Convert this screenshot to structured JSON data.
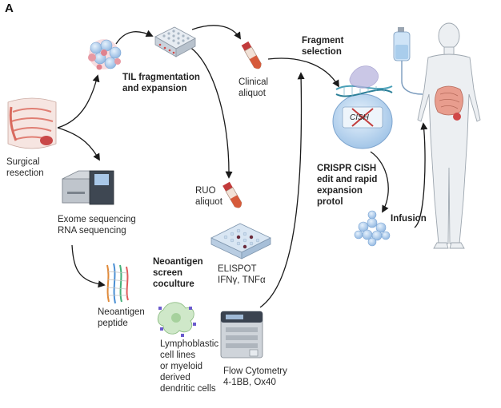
{
  "panel_letter": "A",
  "labels": {
    "surgical": [
      "Surgical",
      "resection"
    ],
    "til": [
      "TIL fragmentation",
      "and expansion"
    ],
    "clinical": [
      "Clinical",
      "aliquot"
    ],
    "fragment": [
      "Fragment",
      "selection"
    ],
    "cish_tube": "CISH",
    "crispr": [
      "CRISPR CISH",
      "edit and rapid",
      "expansion",
      "protol"
    ],
    "infusion": "Infusion",
    "exome": [
      "Exome sequencing",
      "RNA sequencing"
    ],
    "ruo": [
      "RUO",
      "aliquot"
    ],
    "neo_screen": [
      "Neoantigen",
      "screen",
      "coculture"
    ],
    "elispot": [
      "ELISPOT",
      "IFNγ, TNFα"
    ],
    "neo_peptide": [
      "Neoantigen",
      "peptide"
    ],
    "lympho": [
      "Lymphoblastic",
      "cell lines",
      "or myeloid",
      "derived",
      "dendritic cells"
    ],
    "flow": [
      "Flow Cytometry",
      "4-1BB, Ox40"
    ]
  },
  "colors": {
    "arrow": "#1a1a1a",
    "tissue_red": "#d85a5a",
    "cell_blue": "#9fc3ea",
    "tube_red": "#c23b3b",
    "device_gray": "#8e949c",
    "body_gray": "#e4e7ea"
  },
  "icons": [
    "tissue-cluster-icon",
    "well-plate-icon",
    "clinical-tube-icon",
    "crispr-bioreactor-icon",
    "iv-bag-icon",
    "patient-body-icon",
    "intestine-organ-icon",
    "sequencer-icon",
    "ruo-tube-icon",
    "elispot-plate-icon",
    "dna-strands-icon",
    "dendritic-cell-icon",
    "flow-cytometer-icon",
    "expanded-cells-icon"
  ]
}
